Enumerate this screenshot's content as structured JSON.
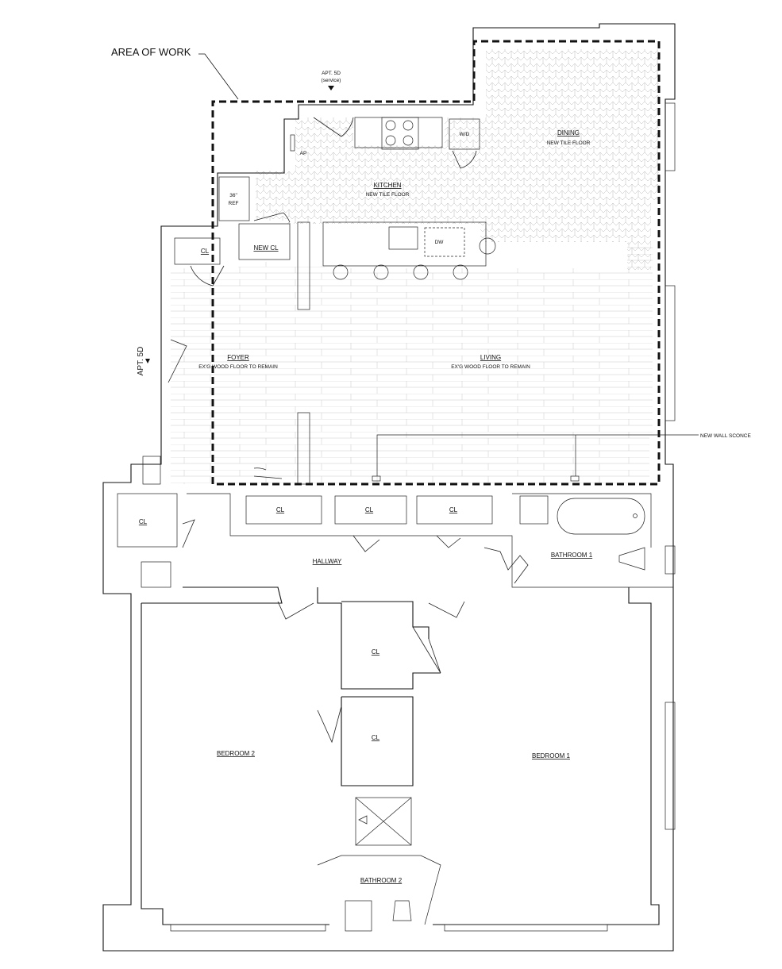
{
  "title": "AREA OF WORK",
  "neighbors": {
    "service": "APT. 5D",
    "service_sub": "(service)",
    "entry": "APT. 5D"
  },
  "rooms": {
    "kitchen": "KITCHEN",
    "kitchen_note": "NEW TILE FLOOR",
    "dining": "DINING",
    "dining_note": "NEW TILE FLOOR",
    "foyer": "FOYER",
    "foyer_note": "EX'G WOOD FLOOR TO REMAIN",
    "living": "LIVING",
    "living_note": "EX'G WOOD FLOOR TO REMAIN",
    "hallway": "HALLWAY",
    "bathroom1": "BATHROOM 1",
    "bathroom2": "BATHROOM 2",
    "bedroom1": "BEDROOM 1",
    "bedroom2": "BEDROOM 2",
    "new_closet": "NEW CL",
    "closet": "CL"
  },
  "fixtures": {
    "ref_size": "36\"",
    "ref": "REF",
    "washer_dryer": "W/D",
    "dishwasher": "DW",
    "ap": "AP"
  },
  "callouts": {
    "sconce": "NEW WALL SCONCE"
  },
  "colors": {
    "line": "#111111",
    "tile_pattern": "#b8b8b8",
    "wood_pattern": "#c8c8c8"
  }
}
